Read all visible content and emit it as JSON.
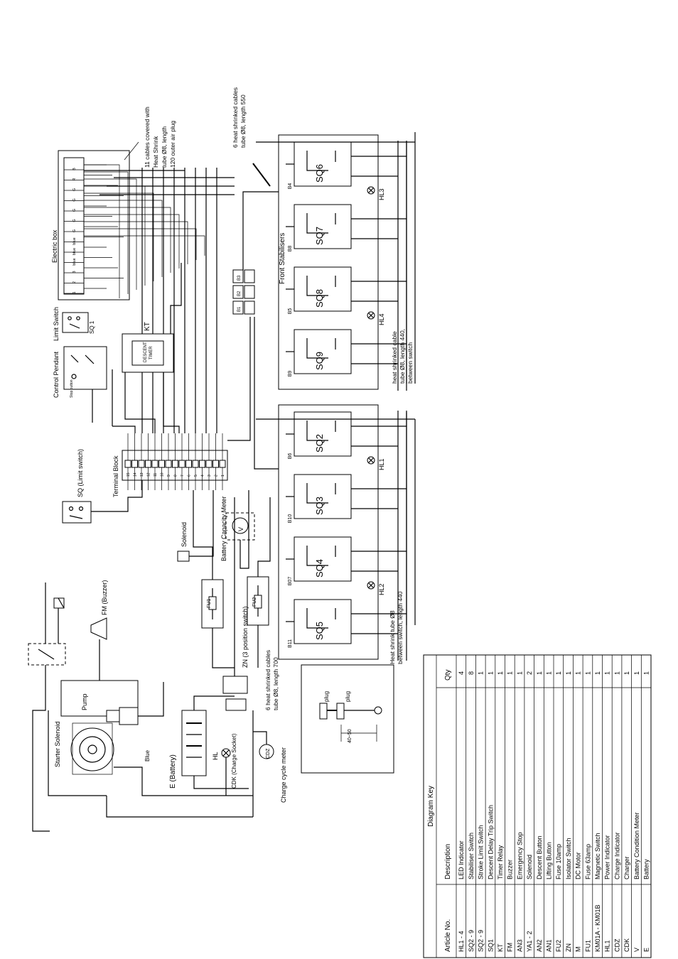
{
  "labels": {
    "cable11": [
      "11 cables covered with",
      "Heat Shrink",
      "tube Ø8, length",
      "120 outer air plug"
    ],
    "cable6_top": [
      "6 heat shrinked cables",
      "tube Ø8, length 550"
    ],
    "cable6_bottom": [
      "6 heat shrinked cables",
      "tube Ø8, length 700"
    ],
    "heat_between_top": [
      "heat shrinked cable",
      "tube Ø8, length 440,",
      "between switch"
    ],
    "heat_between_bottom": [
      "Heat shrink tube Ø8",
      "between switch, length 440"
    ],
    "electric_box": "Electric box",
    "limit_switch": "Limit Switch",
    "control_pendant": "Control Pendant",
    "descent_timer": [
      "DESCENT",
      "TIMER"
    ],
    "kt": "KT",
    "terminal_block": "Terminal Block",
    "sq_limit": "SQ (Limit switch)",
    "sq1": "SQ 1",
    "front_stabilisers": "Front Stabilisers",
    "solenoid": "Solenoid",
    "battery_meter": "Battery Capacity Meter",
    "fm_buzzer": "FM (Buzzer)",
    "pump": "Pump",
    "starter_solenoid": "Starter Solenoid",
    "blue": "Blue",
    "battery": "E (Battery)",
    "zn": "ZN (3 position switch)",
    "hl": "HL",
    "cdk": "CDK (Charge Socket)",
    "cdz": "CDZ",
    "charge_meter": "Charge cycle meter",
    "plug": "plug",
    "dim": "40~50",
    "stop_btn": "Stop button"
  },
  "terminals_top": [
    "15",
    "14",
    "13",
    "12",
    "11",
    "10",
    "9",
    "8",
    "7",
    "6",
    "5",
    "4",
    "3",
    "2",
    "1"
  ],
  "box_pins": [
    "B",
    "R",
    "G",
    "G",
    "G",
    "G",
    "G",
    "blue",
    "blue",
    "blue",
    "3",
    "2",
    "1"
  ],
  "switches_top": [
    "SQ6",
    "SQ7",
    "SQ8",
    "SQ9"
  ],
  "switches_bottom": [
    "SQ2",
    "SQ3",
    "SQ4",
    "SQ5"
  ],
  "b_top": [
    "B4",
    "B8",
    "B5",
    "B9"
  ],
  "b_bottom": [
    "B6",
    "B10",
    "B07",
    "B11"
  ],
  "hl_top": [
    "HL3",
    "HL4"
  ],
  "hl_bottom": [
    "HL1",
    "HL2"
  ],
  "connectors": [
    "B3",
    "B2",
    "B1"
  ],
  "fuses": [
    "FU1",
    "FU2"
  ],
  "key": {
    "title": "Diagram Key",
    "headers": [
      "Article No.",
      "Description",
      "Qty"
    ],
    "rows": [
      [
        "HL1 - 4",
        "LED Indicator",
        "4"
      ],
      [
        "SQ2 - 9",
        "Stabiliser Switch",
        "8"
      ],
      [
        "SQ2 - 9",
        "Stroke Limit Switch",
        "1"
      ],
      [
        "SQ1",
        "Descent Delay Trip Switch",
        "1"
      ],
      [
        "KT",
        "Timer Relay",
        "1"
      ],
      [
        "FM",
        "Buzzer",
        "1"
      ],
      [
        "AN3",
        "Emergency Stop",
        "1"
      ],
      [
        "YA1 - 2",
        "Solenoid",
        "2"
      ],
      [
        "AN2",
        "Descent Button",
        "1"
      ],
      [
        "AN1",
        "Lifting Button",
        "1"
      ],
      [
        "FU2",
        "Fuse 10amp",
        "1"
      ],
      [
        "ZN",
        "Isolator Switch",
        "1"
      ],
      [
        "M",
        "DC Motor",
        "1"
      ],
      [
        "FU1",
        "Fuse 63amp",
        "1"
      ],
      [
        "KM01A - KM01B",
        "Magnetic Switch",
        "1"
      ],
      [
        "HL1",
        "Power Indicator",
        "1"
      ],
      [
        "CDZ",
        "Charge Indicator",
        "1"
      ],
      [
        "CDK",
        "Charger",
        "1"
      ],
      [
        "V",
        "Battery Condition Meter",
        "1"
      ],
      [
        "E",
        "Battery",
        "1"
      ]
    ]
  }
}
